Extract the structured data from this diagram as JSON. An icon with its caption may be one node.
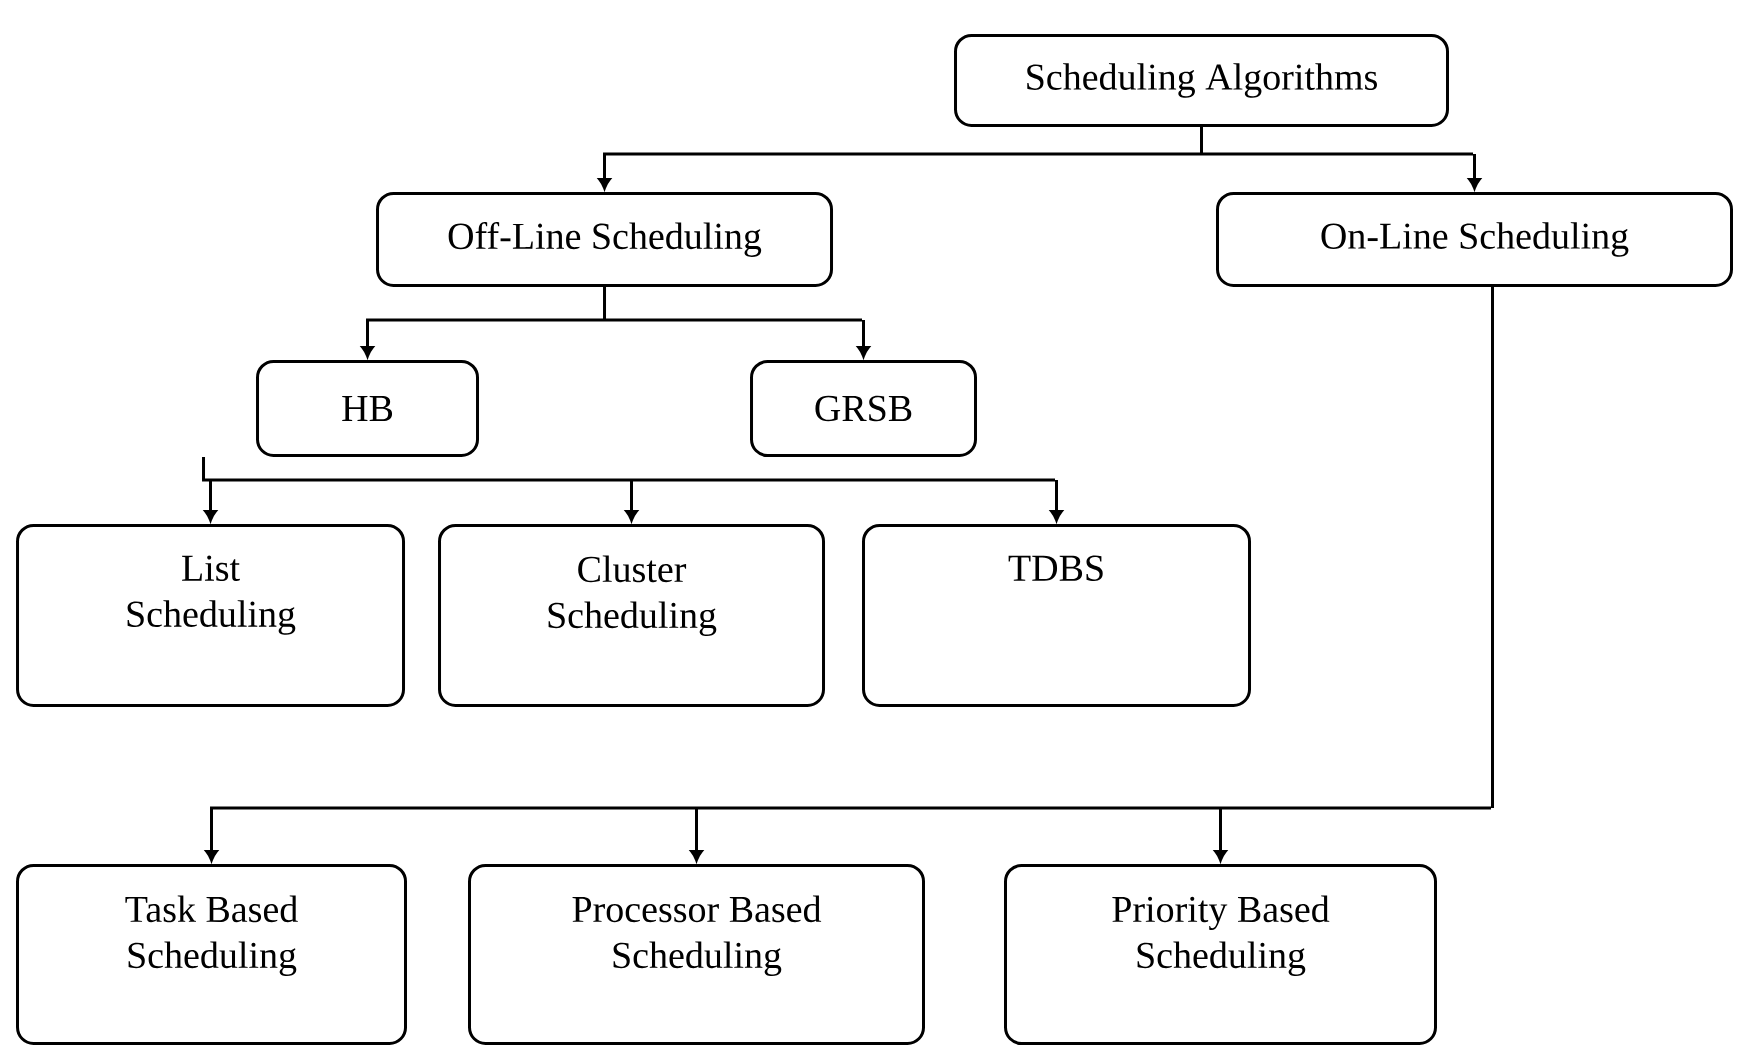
{
  "diagram": {
    "nodes": [
      {
        "text": [
          "Scheduling Algorithms"
        ]
      },
      {
        "text": [
          "Off-Line Scheduling"
        ]
      },
      {
        "text": [
          "On-Line Scheduling"
        ]
      },
      {
        "text": [
          "HB"
        ]
      },
      {
        "text": [
          "GRSB"
        ]
      },
      {
        "text": [
          "List Scheduling"
        ]
      },
      {
        "text": [
          "Cluster Scheduling"
        ]
      },
      {
        "text": [
          "TDBS"
        ]
      },
      {
        "text": [
          "Task Based Scheduling"
        ]
      },
      {
        "text": [
          "Processor Based Scheduling"
        ]
      },
      {
        "text": [
          "Priority Based Scheduling"
        ]
      }
    ],
    "edges": [
      {
        "from": 0,
        "to": 1,
        "arrow": "to"
      },
      {
        "from": 0,
        "to": 2,
        "arrow": "to"
      },
      {
        "from": 1,
        "to": 3,
        "arrow": "to"
      },
      {
        "from": 1,
        "to": 4,
        "arrow": "to"
      },
      {
        "from": 3,
        "to": 5,
        "arrow": "to"
      },
      {
        "from": 3,
        "to": 6,
        "arrow": "to"
      },
      {
        "from": 3,
        "to": 7,
        "arrow": "to"
      },
      {
        "from": 2,
        "to": 8,
        "arrow": "to"
      },
      {
        "from": 2,
        "to": 9,
        "arrow": "to"
      },
      {
        "from": 2,
        "to": 10,
        "arrow": "to"
      }
    ]
  }
}
